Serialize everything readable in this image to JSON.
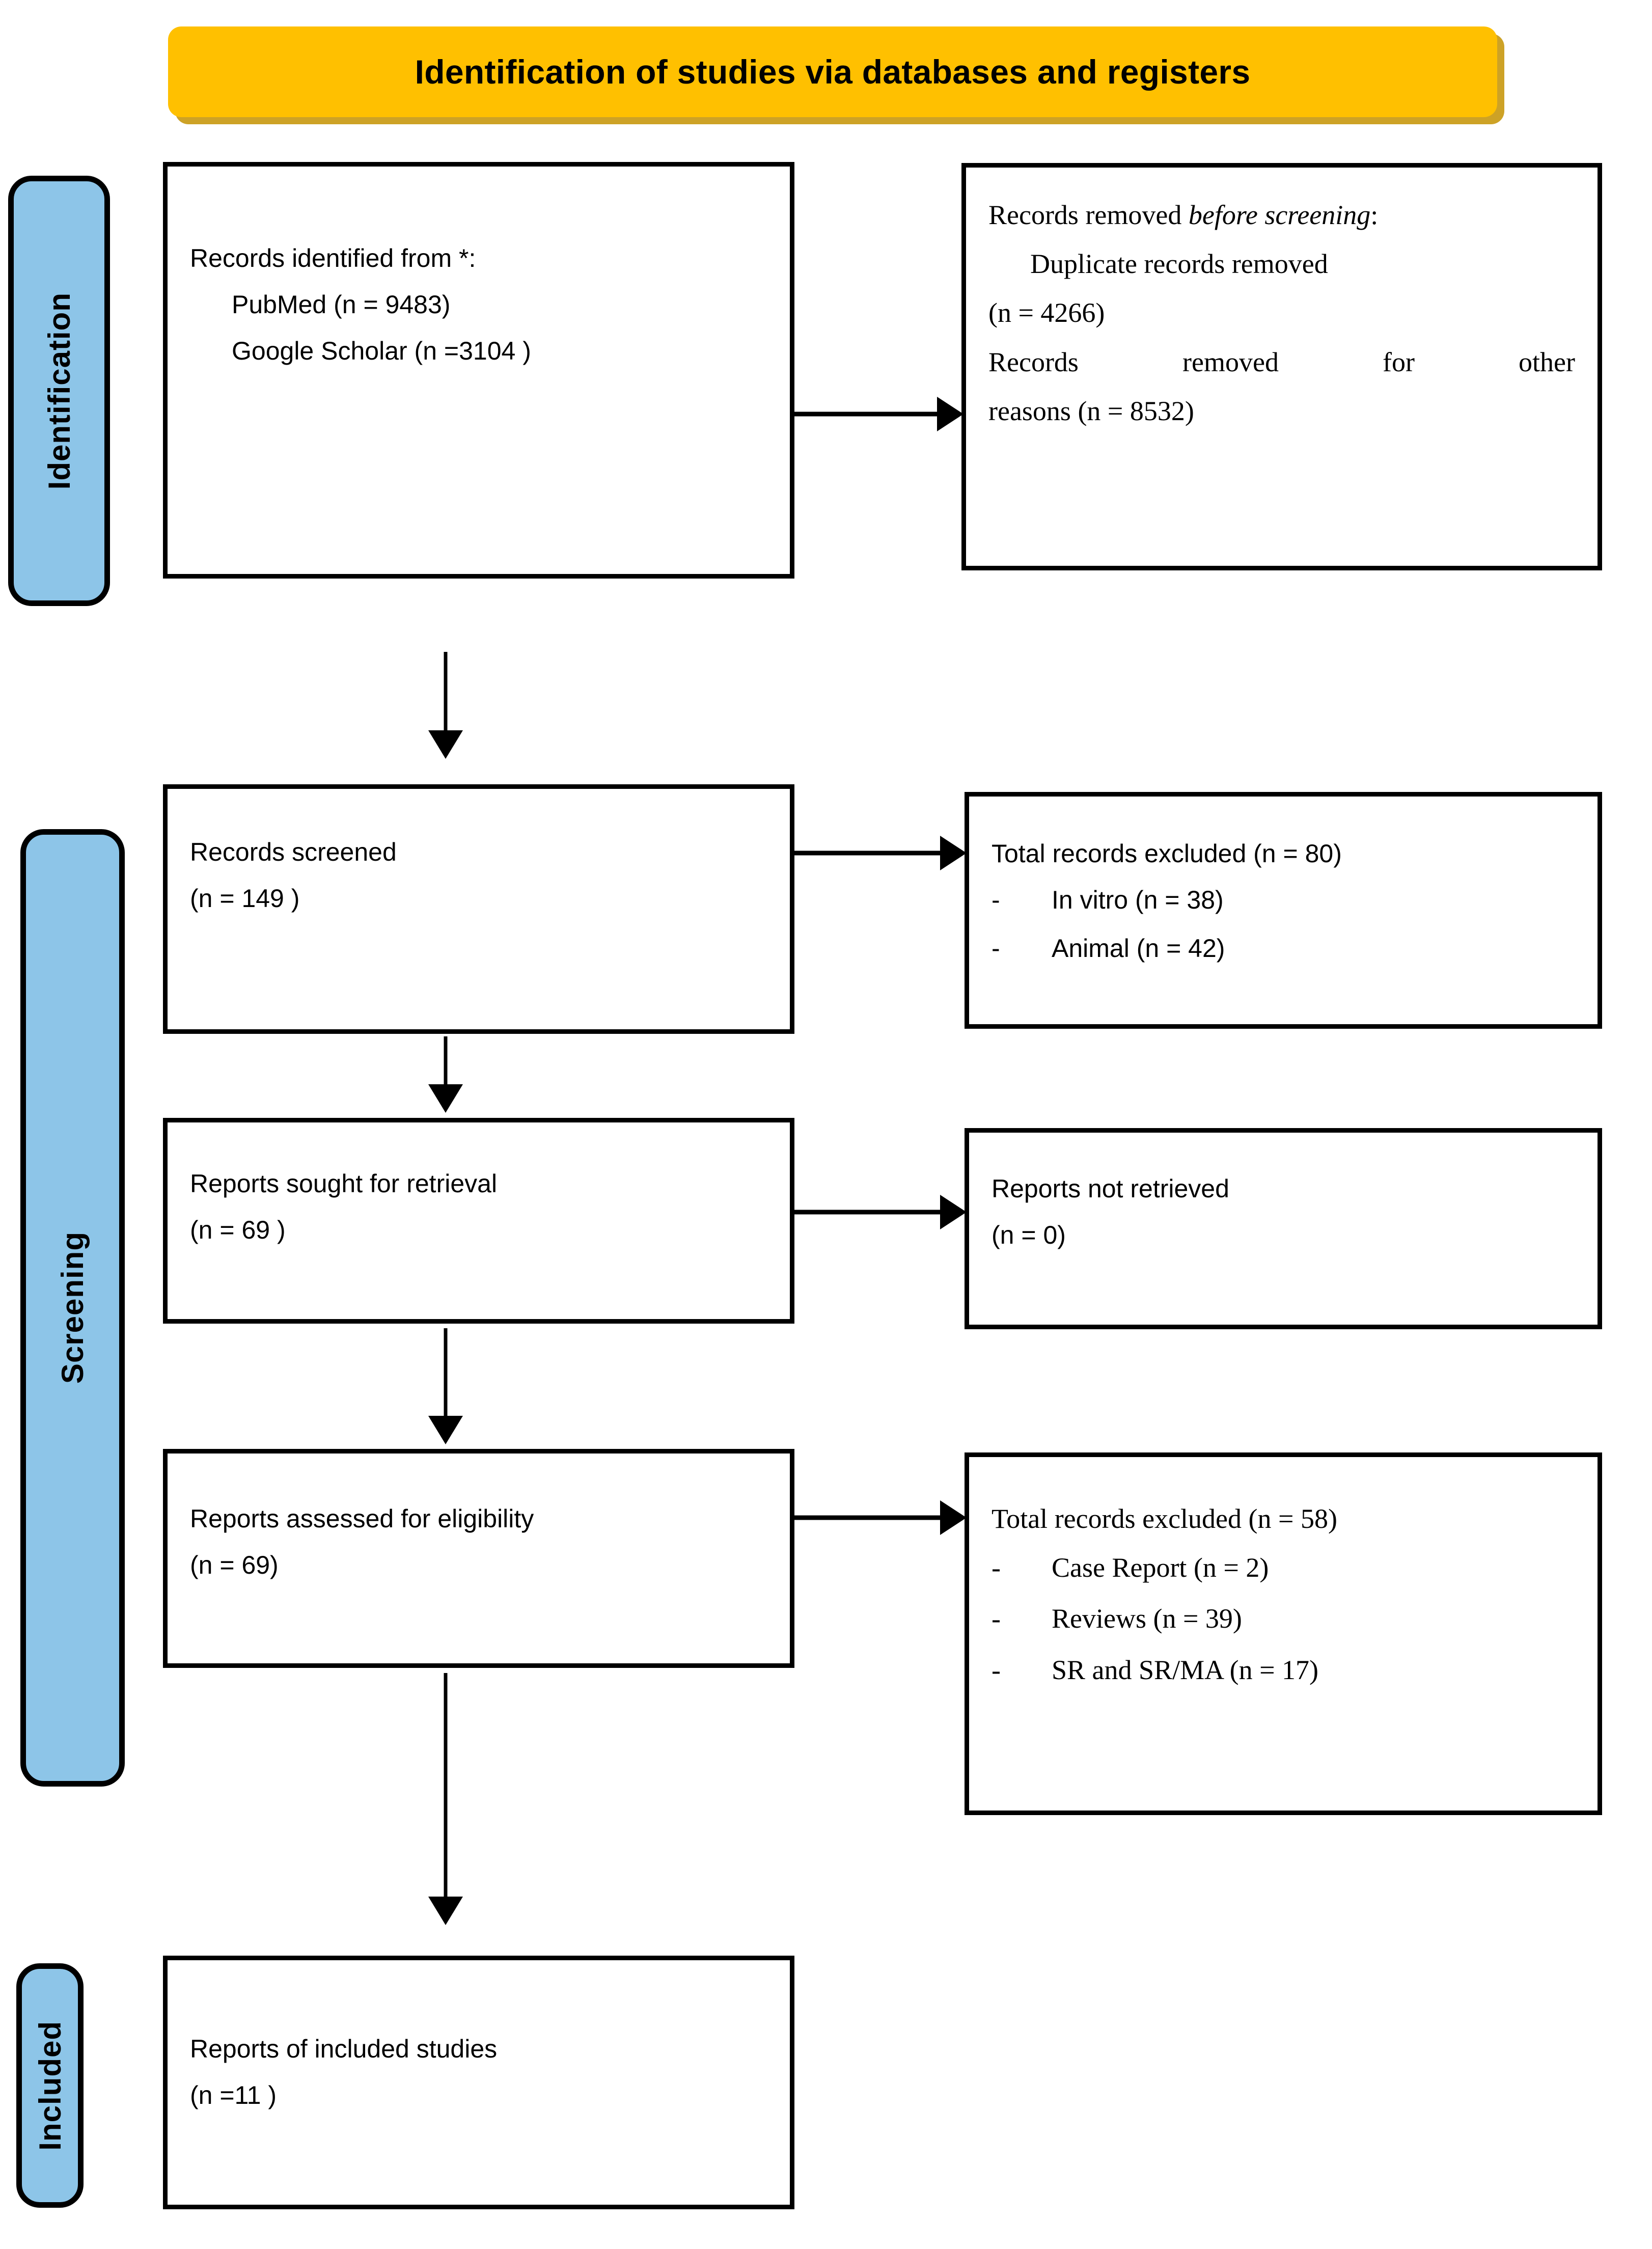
{
  "header": {
    "title": "Identification of studies via databases and registers",
    "background_color": "#FFC000",
    "shadow_color": "#C49200"
  },
  "phase_tabs": {
    "background_color": "#8DC5E8",
    "border_color": "#000000",
    "items": [
      {
        "id": "identification",
        "label": "Identification"
      },
      {
        "id": "screening",
        "label": "Screening"
      },
      {
        "id": "included",
        "label": "Included"
      }
    ]
  },
  "boxes": {
    "identified": {
      "lines": [
        "Records identified from *:",
        "PubMed (n = 9483)",
        "Google Scholar (n =3104 )"
      ]
    },
    "removed_before_screening": {
      "title_plain": "Records removed ",
      "title_italic": "before screening",
      "title_colon": ":",
      "lines": [
        "Duplicate records removed",
        "(n = 4266)",
        "Records removed for other",
        "reasons (n = 8532)"
      ]
    },
    "records_screened": {
      "lines": [
        "Records screened",
        "(n = 149 )"
      ]
    },
    "excluded_screening": {
      "heading": "Total records excluded (n = 80)",
      "bullet_marker": "-",
      "items": [
        "In vitro (n = 38)",
        "Animal (n = 42)"
      ]
    },
    "reports_sought": {
      "lines": [
        "Reports sought for retrieval",
        "(n = 69 )"
      ]
    },
    "reports_not_retrieved": {
      "lines": [
        "Reports not retrieved",
        "(n = 0)"
      ]
    },
    "reports_assessed": {
      "lines": [
        "Reports assessed for eligibility",
        "(n = 69)"
      ]
    },
    "excluded_eligibility": {
      "heading": "Total records excluded (n = 58)",
      "bullet_marker": "-",
      "items": [
        "Case Report (n = 2)",
        "Reviews (n = 39)",
        "SR and SR/MA (n = 17)"
      ]
    },
    "included_studies": {
      "lines": [
        "Reports of included studies",
        "(n =11 )"
      ]
    }
  },
  "chart_data": {
    "type": "diagram",
    "title": "Identification of studies via databases and registers",
    "diagram_kind": "PRISMA flow diagram",
    "phases": [
      "Identification",
      "Screening",
      "Included"
    ],
    "nodes": [
      {
        "id": "identified",
        "phase": "Identification",
        "column": "left",
        "label": "Records identified from *",
        "sources": [
          {
            "name": "PubMed",
            "n": 9483
          },
          {
            "name": "Google Scholar",
            "n": 3104
          }
        ]
      },
      {
        "id": "removed_before",
        "phase": "Identification",
        "column": "right",
        "label": "Records removed before screening",
        "reasons": [
          {
            "name": "Duplicate records removed",
            "n": 4266
          },
          {
            "name": "Records removed for other reasons",
            "n": 8532
          }
        ]
      },
      {
        "id": "records_screened",
        "phase": "Screening",
        "column": "left",
        "label": "Records screened",
        "n": 149
      },
      {
        "id": "excluded_screening",
        "phase": "Screening",
        "column": "right",
        "label": "Total records excluded",
        "n": 80,
        "reasons": [
          {
            "name": "In vitro",
            "n": 38
          },
          {
            "name": "Animal",
            "n": 42
          }
        ]
      },
      {
        "id": "reports_sought",
        "phase": "Screening",
        "column": "left",
        "label": "Reports sought for retrieval",
        "n": 69
      },
      {
        "id": "reports_not_retrieved",
        "phase": "Screening",
        "column": "right",
        "label": "Reports not retrieved",
        "n": 0
      },
      {
        "id": "reports_assessed",
        "phase": "Screening",
        "column": "left",
        "label": "Reports assessed for eligibility",
        "n": 69
      },
      {
        "id": "excluded_eligibility",
        "phase": "Screening",
        "column": "right",
        "label": "Total records excluded",
        "n": 58,
        "reasons": [
          {
            "name": "Case Report",
            "n": 2
          },
          {
            "name": "Reviews",
            "n": 39
          },
          {
            "name": "SR and SR/MA",
            "n": 17
          }
        ]
      },
      {
        "id": "included_studies",
        "phase": "Included",
        "column": "left",
        "label": "Reports of included studies",
        "n": 11
      }
    ],
    "edges": [
      {
        "from": "identified",
        "to": "removed_before",
        "direction": "right"
      },
      {
        "from": "identified",
        "to": "records_screened",
        "direction": "down"
      },
      {
        "from": "records_screened",
        "to": "excluded_screening",
        "direction": "right"
      },
      {
        "from": "records_screened",
        "to": "reports_sought",
        "direction": "down"
      },
      {
        "from": "reports_sought",
        "to": "reports_not_retrieved",
        "direction": "right"
      },
      {
        "from": "reports_sought",
        "to": "reports_assessed",
        "direction": "down"
      },
      {
        "from": "reports_assessed",
        "to": "excluded_eligibility",
        "direction": "right"
      },
      {
        "from": "reports_assessed",
        "to": "included_studies",
        "direction": "down"
      }
    ]
  }
}
